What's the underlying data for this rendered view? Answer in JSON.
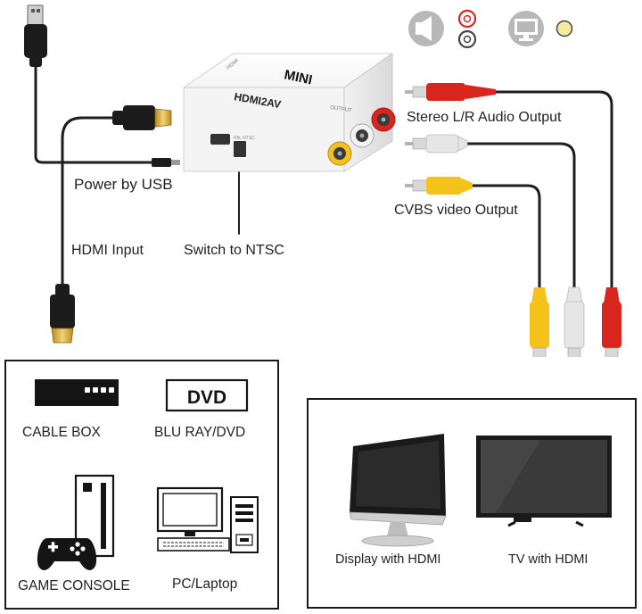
{
  "device": {
    "brand": "MINI",
    "model": "HDMI2AV",
    "port_hdmi": "HDMI",
    "port_av": "OUTPUT",
    "switch_marks": "PAL NTSC"
  },
  "labels": {
    "power": "Power by USB",
    "hdmi_input": "HDMI Input",
    "switch": "Switch to NTSC",
    "audio": "Stereo L/R Audio Output",
    "video": "CVBS video Output"
  },
  "sources": {
    "cable_box": "CABLE BOX",
    "dvd_logo": "DVD",
    "blu_ray": "BLU RAY/DVD",
    "game_console": "GAME CONSOLE",
    "pc": "PC/Laptop"
  },
  "displays": {
    "monitor": "Display with HDMI",
    "tv": "TV with HDMI"
  },
  "icons": [
    "speaker-icon",
    "audio-jacks-icon",
    "monitor-icon",
    "video-jack-icon"
  ],
  "colors": {
    "red_plug": "#d8261f",
    "white_plug": "#e6e6e6",
    "yellow_plug": "#f4c21a",
    "cable": "#1e1e1e",
    "gold": "#d9a82c"
  }
}
